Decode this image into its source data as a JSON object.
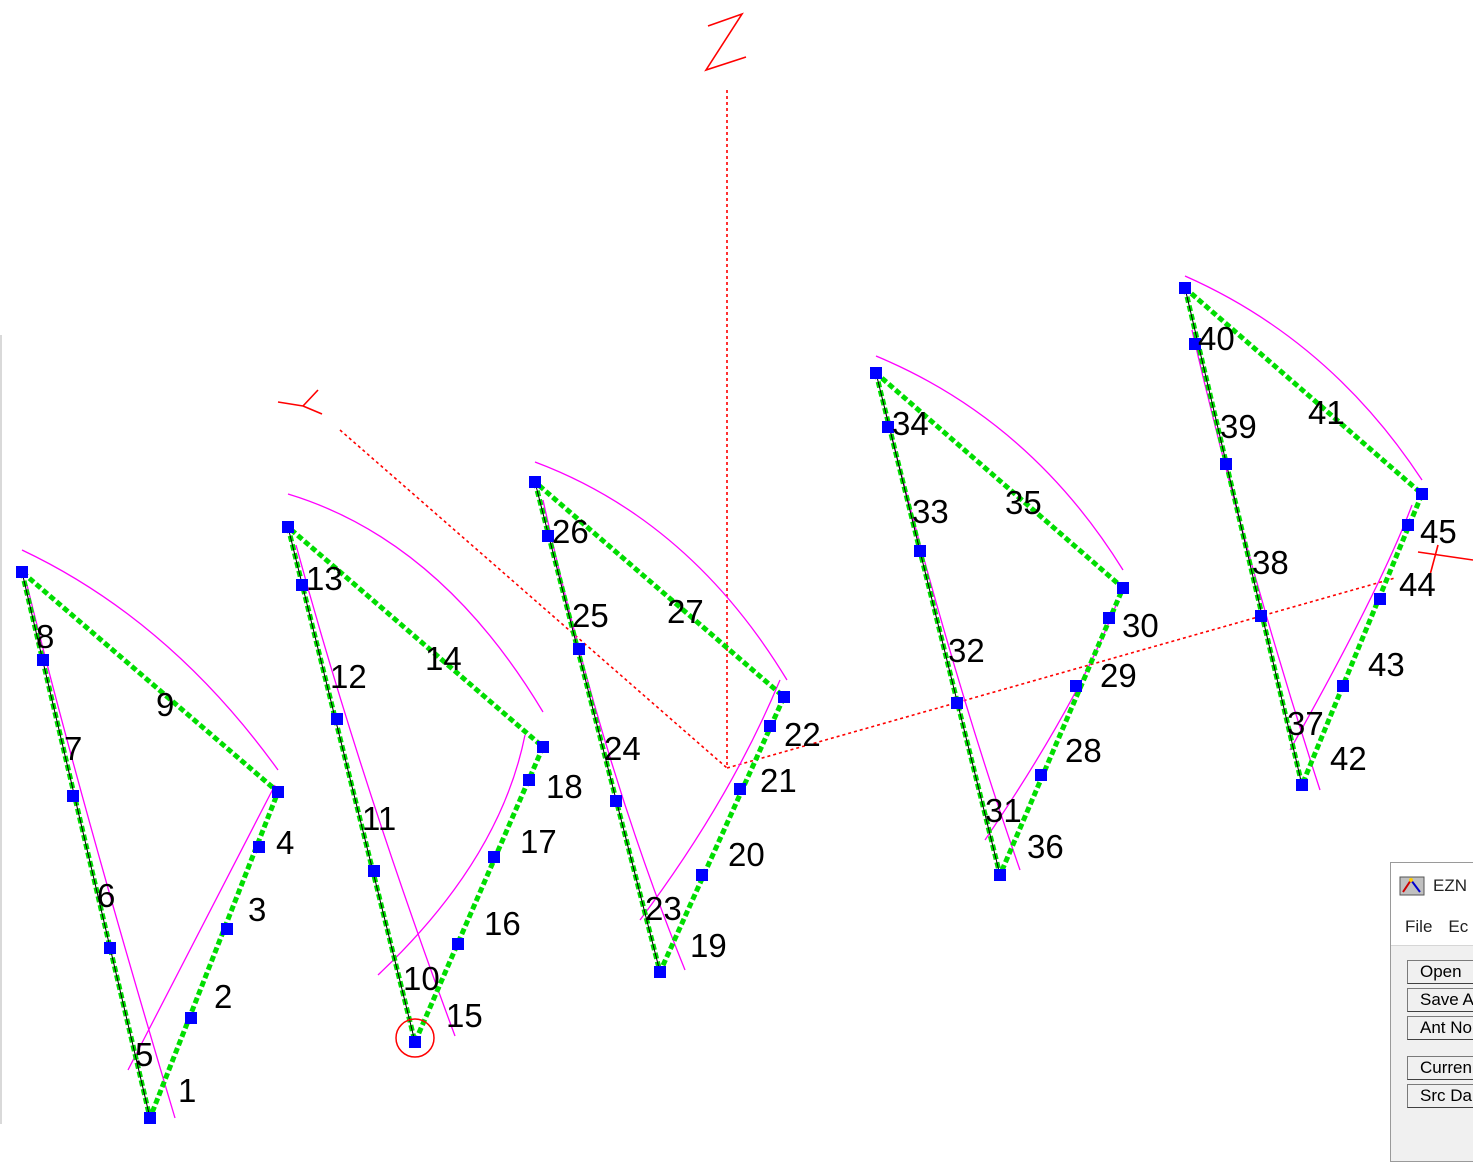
{
  "axes": {
    "z_label": "Z",
    "y_label": "Y",
    "x_label": "X",
    "color": "#ff0000"
  },
  "wire_labels": [
    "1",
    "2",
    "3",
    "4",
    "5",
    "6",
    "7",
    "8",
    "9",
    "10",
    "11",
    "12",
    "13",
    "14",
    "15",
    "16",
    "17",
    "18",
    "19",
    "20",
    "21",
    "22",
    "23",
    "24",
    "25",
    "26",
    "27",
    "28",
    "29",
    "30",
    "31",
    "32",
    "33",
    "34",
    "35",
    "36",
    "37",
    "38",
    "39",
    "40",
    "41",
    "42",
    "43",
    "44",
    "45"
  ],
  "colors": {
    "wire": "#00dd00",
    "wire_center": "#000000",
    "segment_marker": "#0000ff",
    "element_curve": "#ff00ff",
    "source_marker": "#ff0000"
  },
  "ez_window": {
    "title": "EZN",
    "menu": [
      "File",
      "Ec"
    ],
    "buttons_group1": [
      "Open",
      "Save A",
      "Ant No"
    ],
    "buttons_group2": [
      "Curren",
      "Src Da"
    ]
  }
}
